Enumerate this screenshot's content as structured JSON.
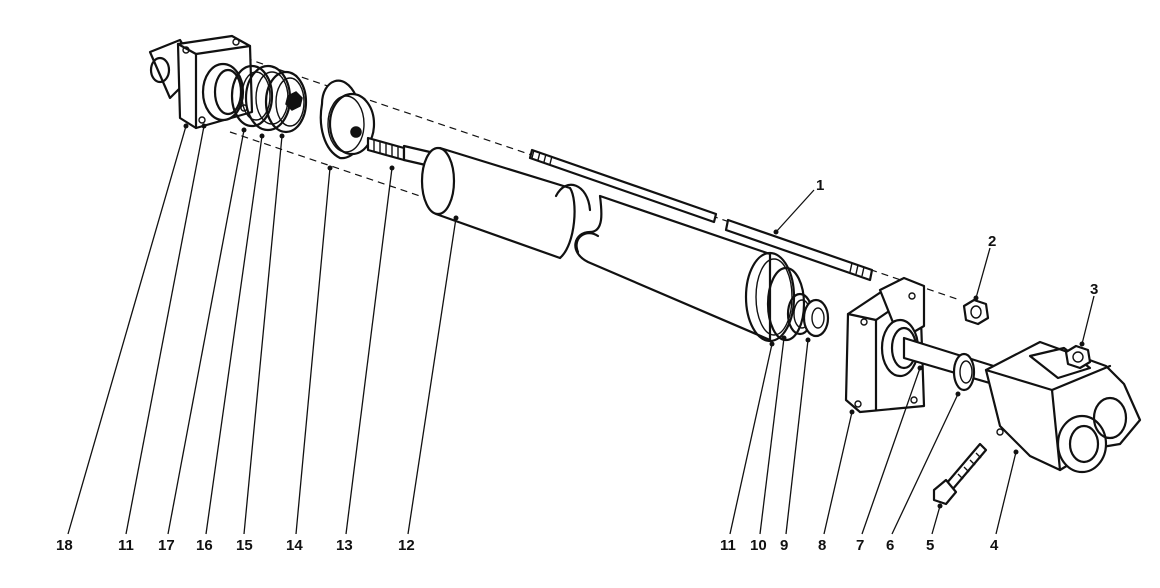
{
  "callouts": [
    {
      "id": "c18",
      "text": "18"
    },
    {
      "id": "c11a",
      "text": "11"
    },
    {
      "id": "c17",
      "text": "17"
    },
    {
      "id": "c16",
      "text": "16"
    },
    {
      "id": "c15",
      "text": "15"
    },
    {
      "id": "c14",
      "text": "14"
    },
    {
      "id": "c13",
      "text": "13"
    },
    {
      "id": "c12",
      "text": "12"
    },
    {
      "id": "c11b",
      "text": "11"
    },
    {
      "id": "c10",
      "text": "10"
    },
    {
      "id": "c9",
      "text": "9"
    },
    {
      "id": "c8",
      "text": "8"
    },
    {
      "id": "c7",
      "text": "7"
    },
    {
      "id": "c6",
      "text": "6"
    },
    {
      "id": "c5",
      "text": "5"
    },
    {
      "id": "c4",
      "text": "4"
    },
    {
      "id": "c1",
      "text": "1"
    },
    {
      "id": "c2",
      "text": "2"
    },
    {
      "id": "c3",
      "text": "3"
    }
  ]
}
